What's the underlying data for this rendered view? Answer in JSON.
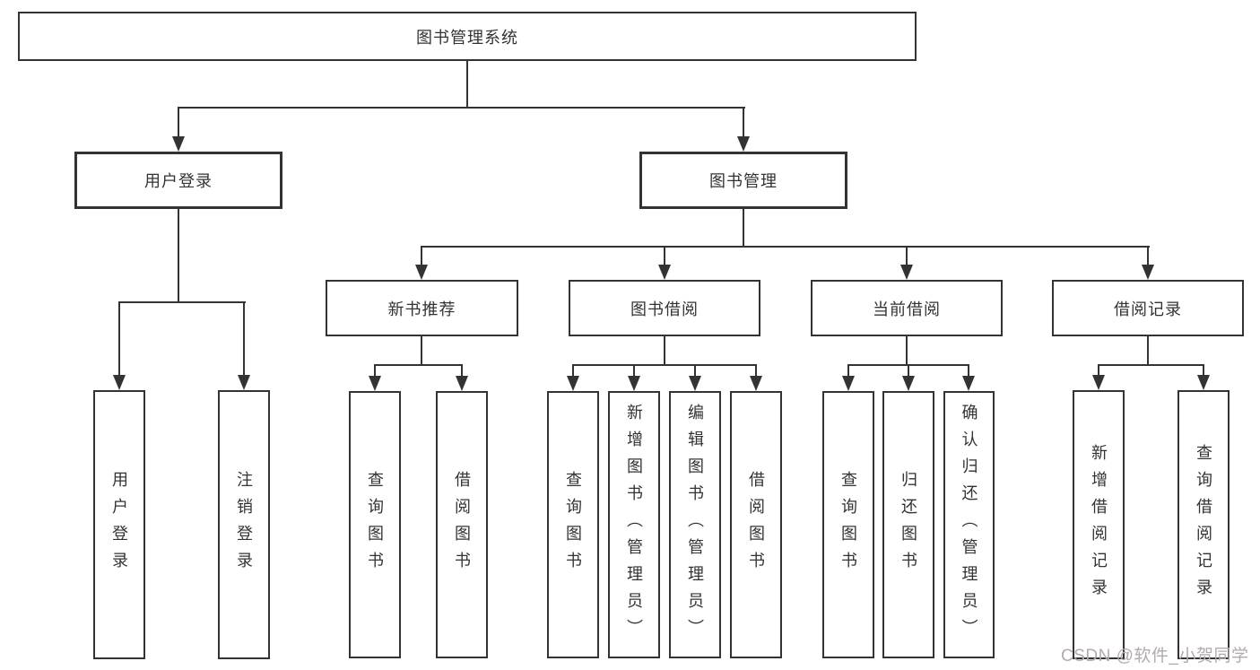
{
  "tree": {
    "label": "图书管理系统",
    "children": [
      {
        "label": "用户登录",
        "children": [
          {
            "label": "用户登录"
          },
          {
            "label": "注销登录"
          }
        ]
      },
      {
        "label": "图书管理",
        "children": [
          {
            "label": "新书推荐",
            "children": [
              {
                "label": "查询图书"
              },
              {
                "label": "借阅图书"
              }
            ]
          },
          {
            "label": "图书借阅",
            "children": [
              {
                "label": "查询图书"
              },
              {
                "label": "新增图书（管理员）"
              },
              {
                "label": "编辑图书（管理员）"
              },
              {
                "label": "借阅图书"
              }
            ]
          },
          {
            "label": "当前借阅",
            "children": [
              {
                "label": "查询图书"
              },
              {
                "label": "归还图书"
              },
              {
                "label": "确认归还（管理员）"
              }
            ]
          },
          {
            "label": "借阅记录",
            "children": [
              {
                "label": "新增借阅记录"
              },
              {
                "label": "查询借阅记录"
              }
            ]
          }
        ]
      }
    ]
  },
  "watermark": {
    "text": "CSDN @软件_小贺同学"
  },
  "colors": {
    "line": "#333333",
    "text": "#333333",
    "box_background": "#ffffff",
    "watermark": "#b4aaaa"
  }
}
